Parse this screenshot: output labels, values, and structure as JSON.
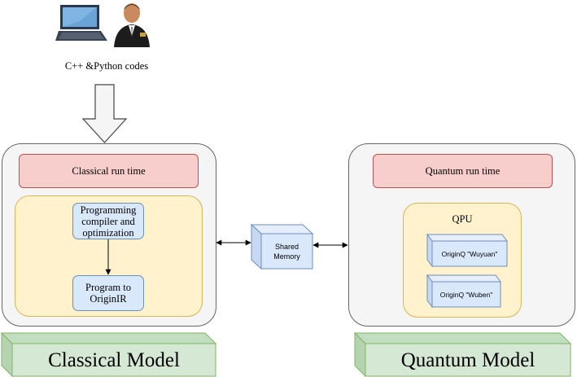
{
  "top": {
    "caption": "C++ &Python codes",
    "icons": [
      "laptop-icon",
      "user-icon"
    ]
  },
  "classical": {
    "runtime_label": "Classical run time",
    "compiler_label": "Programming compiler and optimization",
    "compiler_lines": [
      "Programming",
      "compiler and",
      "optimization"
    ],
    "originir_lines": [
      "Program to",
      "OriginIR"
    ],
    "model_label": "Classical Model"
  },
  "shared_memory": {
    "lines": [
      "Shared",
      "Memory"
    ]
  },
  "quantum": {
    "runtime_label": "Quantum run time",
    "qpu_label": "QPU",
    "chip1": "OriginQ \"Wuyuan\"",
    "chip2": "OriginQ \"Wuben\"",
    "model_label": "Quantum Model"
  },
  "colors": {
    "runtime_fill": "#f8cecc",
    "panel_fill": "#fff2cc",
    "node_fill": "#dae8fc",
    "model_fill": "#d5e8d4",
    "container_fill": "#f5f5f5"
  }
}
